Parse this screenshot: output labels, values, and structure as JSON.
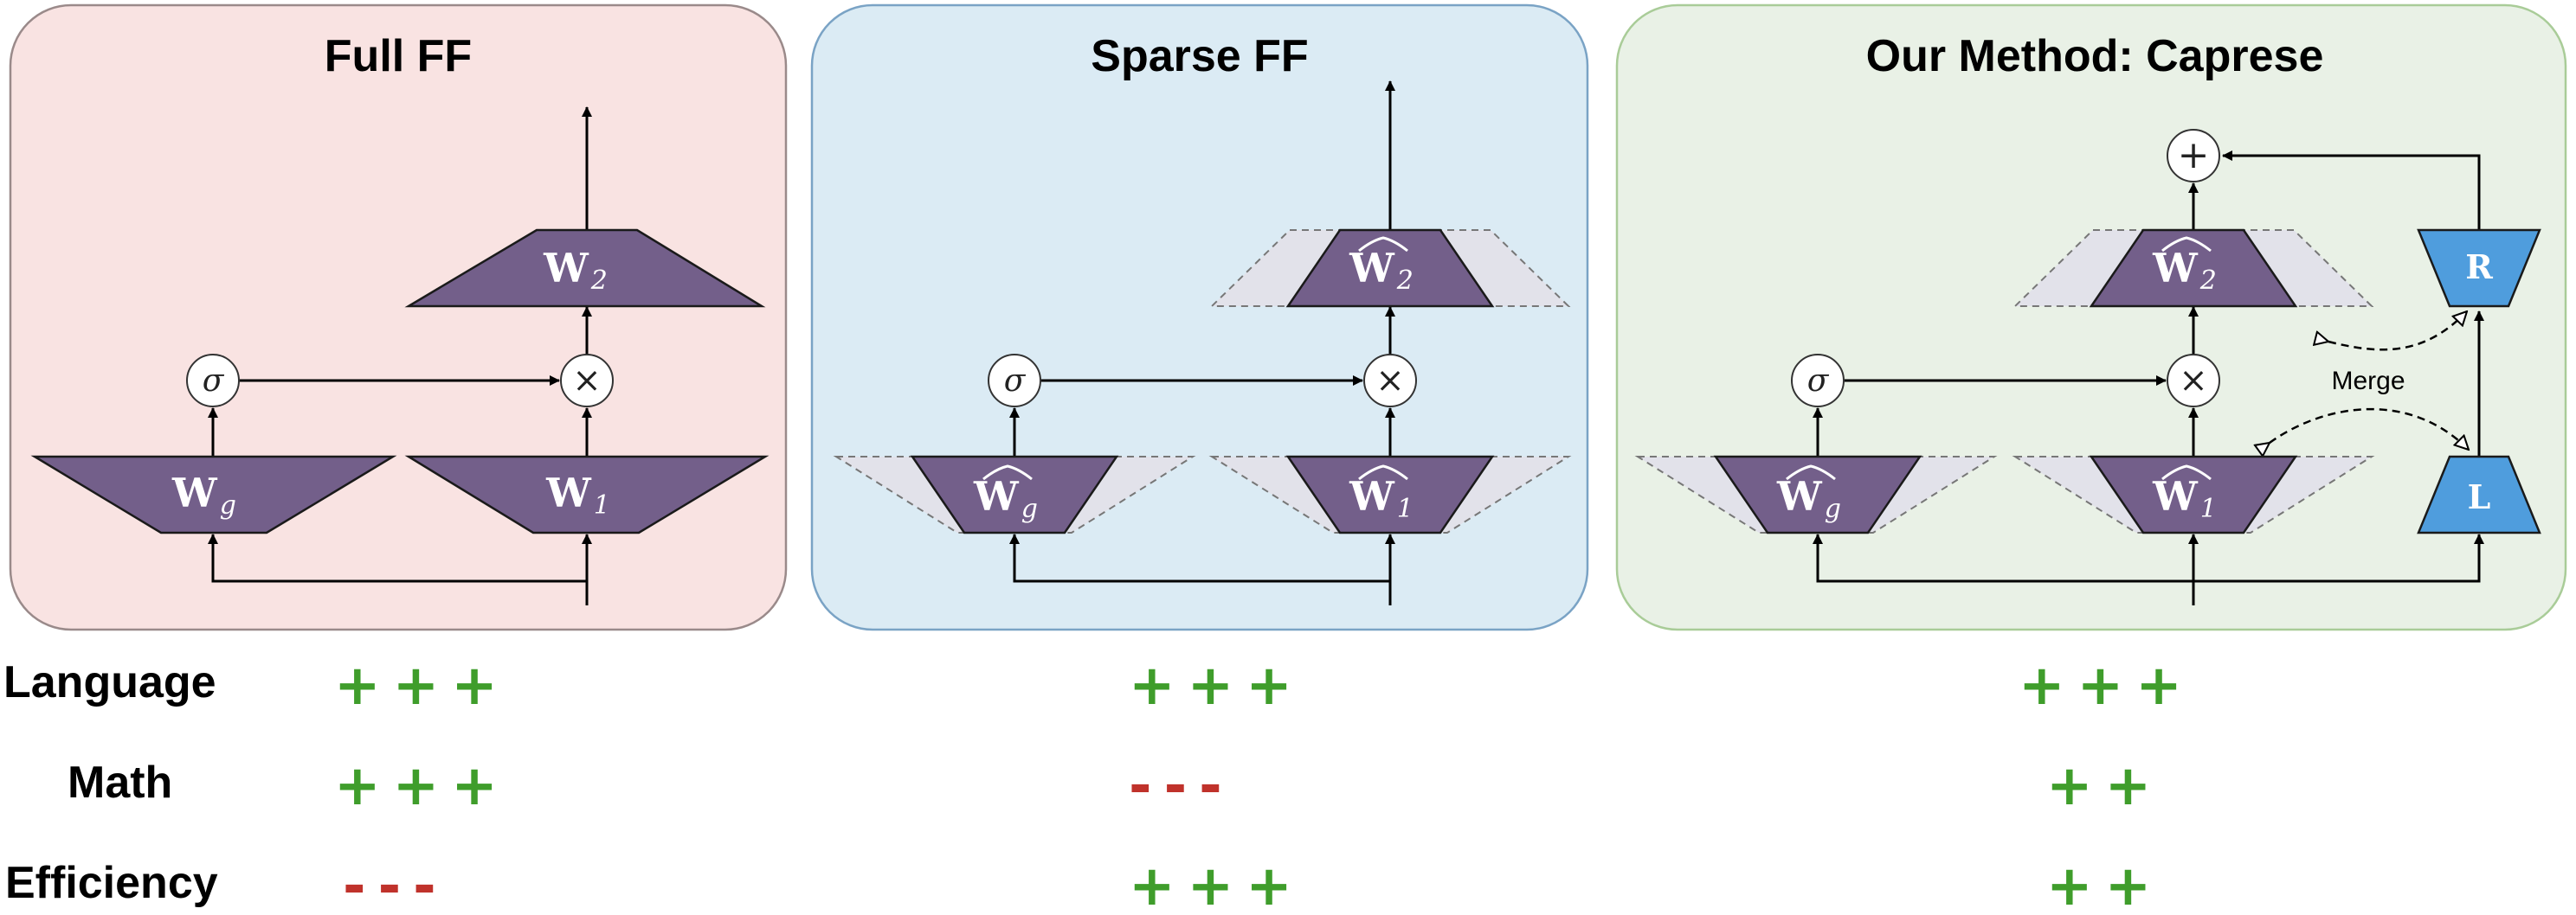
{
  "panels": [
    {
      "title": "Full FF"
    },
    {
      "title": "Sparse FF"
    },
    {
      "title": "Our Method: Caprese"
    }
  ],
  "symbols": {
    "w2": "W",
    "w2_sub": "2",
    "w1": "W",
    "w1_sub": "1",
    "wg": "W",
    "wg_sub": "g",
    "sigma": "σ",
    "times": "×",
    "plus": "+",
    "R": "R",
    "L": "L",
    "merge": "Merge"
  },
  "rows": [
    {
      "label": "Language",
      "marks": [
        "+++",
        "+++",
        "+++"
      ]
    },
    {
      "label": "Math",
      "marks": [
        "+++",
        "---",
        "++"
      ]
    },
    {
      "label": "Efficiency",
      "marks": [
        "---",
        "+++",
        "++"
      ]
    }
  ],
  "colors": {
    "full_bg": "#f9e3e2",
    "full_border": "#9a8a8a",
    "sparse_bg": "#dbebf4",
    "sparse_border": "#7aa3c5",
    "caprese_bg": "#e9f1e6",
    "caprese_border": "#a9cc98",
    "weight": "#735f8a",
    "ghost": "#e2e2ea",
    "adapter": "#4f9ddd",
    "plus": "#3f9d2b",
    "minus": "#c0322b"
  }
}
